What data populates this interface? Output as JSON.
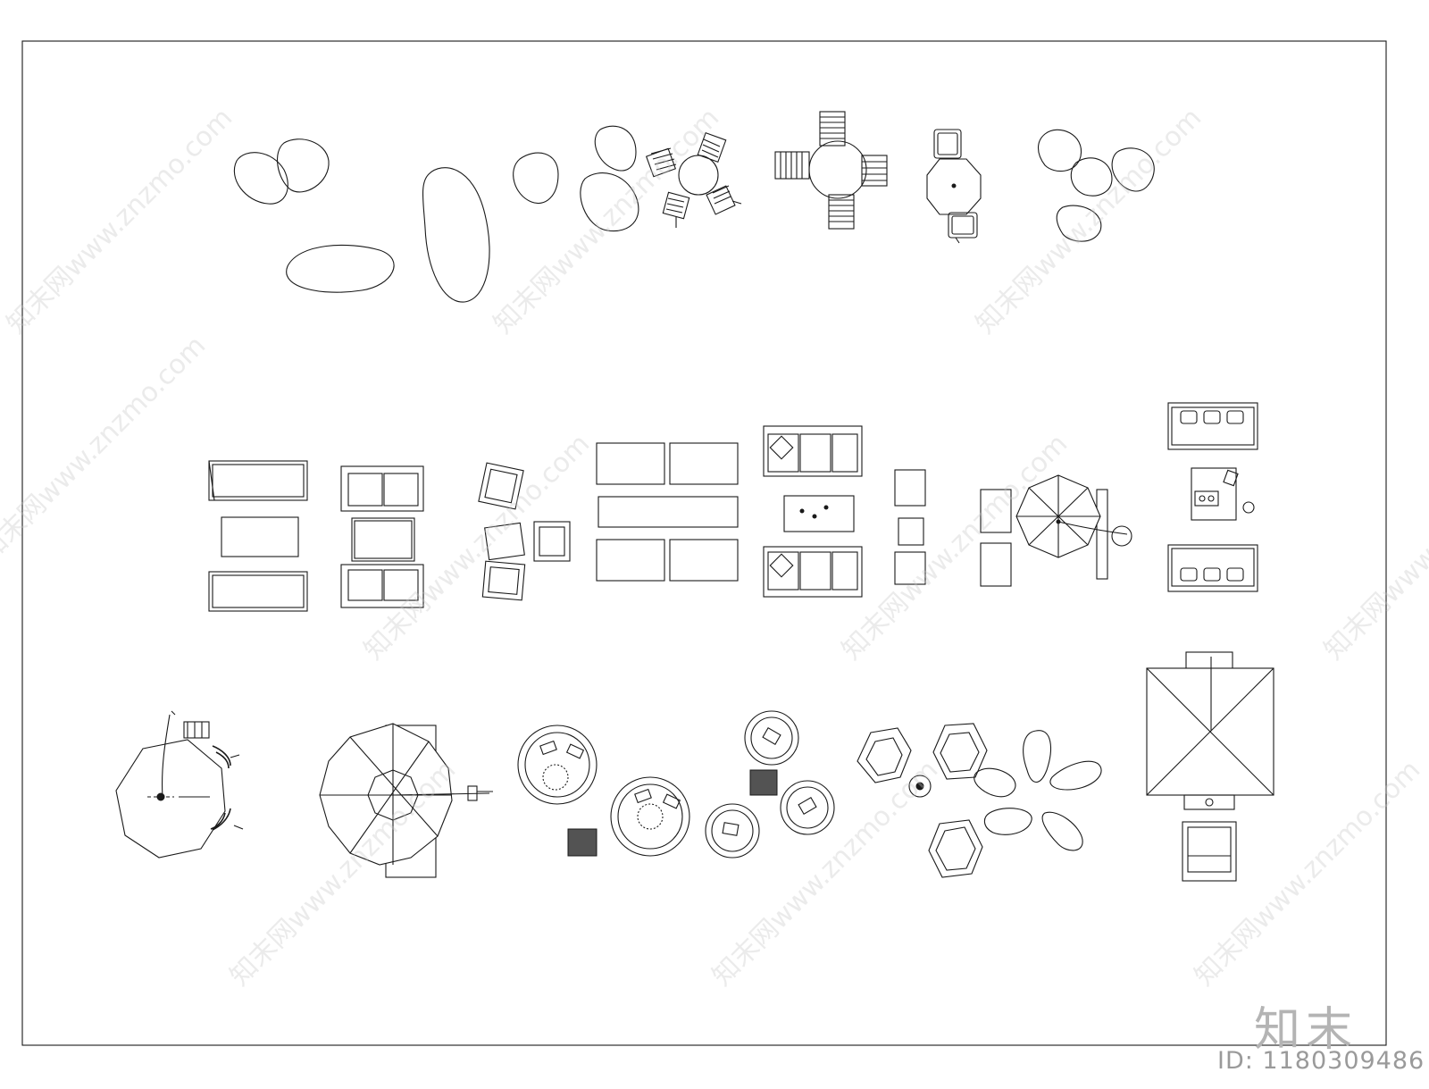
{
  "watermark": {
    "text": "知末网www.znzmo.com"
  },
  "logo": {
    "text": "知末"
  },
  "id_label": {
    "text": "ID: 1180309486"
  },
  "colors": {
    "line": "#1a1a1a",
    "background": "#ffffff",
    "watermark": "#c8c8c8"
  }
}
